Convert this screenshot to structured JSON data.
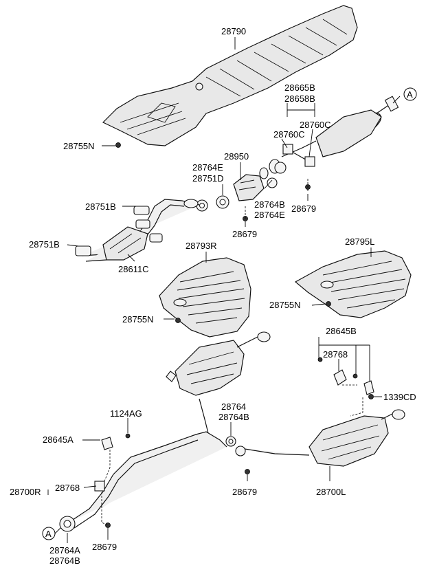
{
  "labels": {
    "p28790": "28790",
    "p28755N_top": "28755N",
    "p28665B": "28665B",
    "p28658B": "28658B",
    "p28760C_a": "28760C",
    "p28760C_b": "28760C",
    "p28950": "28950",
    "p28764E_a": "28764E",
    "p28751D": "28751D",
    "p28764B_a": "28764B",
    "p28764E_b": "28764E",
    "p28679_a": "28679",
    "p28751B_a": "28751B",
    "p28679_b": "28679",
    "p28751B_b": "28751B",
    "p28611C": "28611C",
    "p28793R": "28793R",
    "p28795L": "28795L",
    "p28755N_mid": "28755N",
    "p28755N_right": "28755N",
    "p28645B": "28645B",
    "p28768_a": "28768",
    "p1339CD": "1339CD",
    "p28764": "28764",
    "p28764B_b": "28764B",
    "p1124AG": "1124AG",
    "p28645A": "28645A",
    "p28700R": "28700R",
    "p28768_b": "28768",
    "p28679_c": "28679",
    "p28700L": "28700L",
    "p28679_d": "28679",
    "p28764A": "28764A",
    "p28764B_c": "28764B",
    "marker_a_top": "A",
    "marker_a_bottom": "A"
  },
  "icons": [
    "bolt-icon",
    "gasket-icon",
    "heat-shield-icon",
    "muffler-icon",
    "catalytic-converter-icon",
    "hanger-icon"
  ]
}
